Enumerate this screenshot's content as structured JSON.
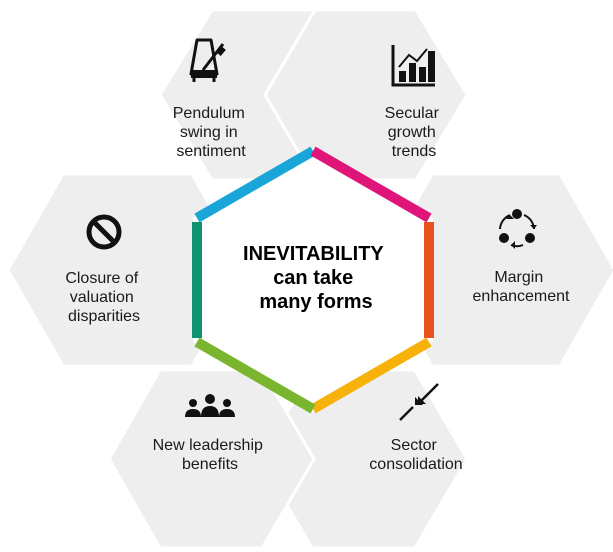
{
  "center": {
    "lines": [
      "INEVITABILITY",
      "can take",
      "many forms"
    ]
  },
  "colors": {
    "hex_fill": "#eeeeee",
    "hex_stroke": "#ffffff",
    "center_fill": "#ffffff",
    "edge_blue": "#1aa5d9",
    "edge_magenta": "#e0157a",
    "edge_orange": "#e8521f",
    "edge_yellow": "#f7b20a",
    "edge_green": "#79b52d",
    "edge_teal": "#0e9370"
  },
  "items": [
    {
      "id": "pendulum",
      "icon": "metronome-icon",
      "lines": [
        "Pendulum",
        "swing in",
        "sentiment"
      ]
    },
    {
      "id": "secular",
      "icon": "bar-chart-icon",
      "lines": [
        "Secular",
        "growth",
        "trends"
      ]
    },
    {
      "id": "margin",
      "icon": "cycle-arrows-icon",
      "lines": [
        "Margin",
        "enhancement"
      ]
    },
    {
      "id": "sector",
      "icon": "converging-arrows-icon",
      "lines": [
        "Sector",
        "consolidation"
      ]
    },
    {
      "id": "leadership",
      "icon": "people-group-icon",
      "lines": [
        "New leadership",
        "benefits"
      ]
    },
    {
      "id": "closure",
      "icon": "prohibited-icon",
      "lines": [
        "Closure of",
        "valuation",
        "disparities"
      ]
    }
  ]
}
